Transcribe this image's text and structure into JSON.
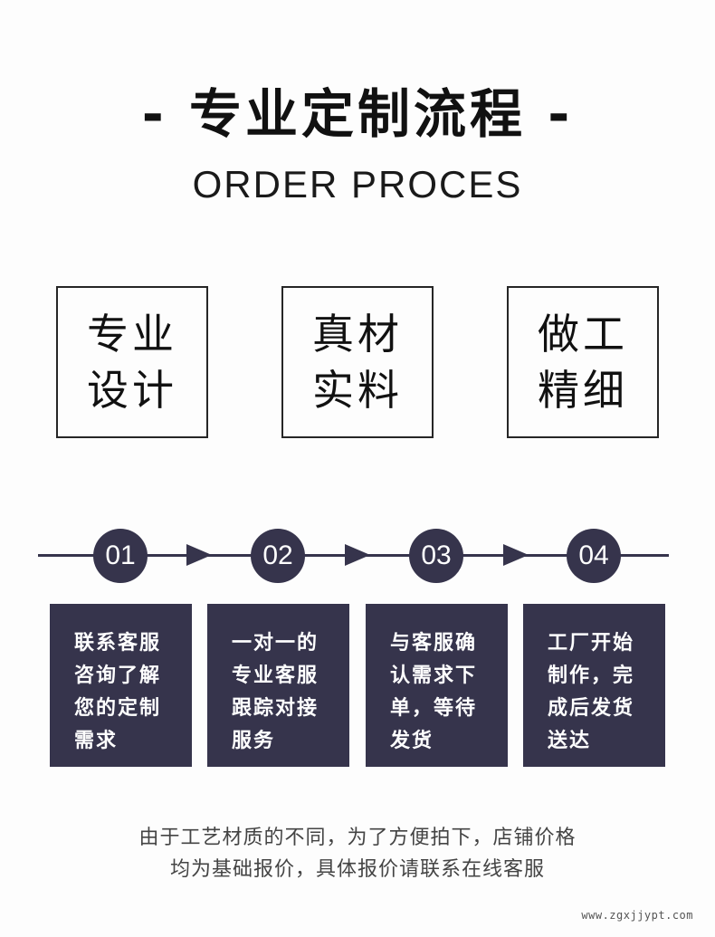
{
  "header": {
    "title": "- 专业定制流程 -",
    "subtitle": "ORDER PROCES"
  },
  "features": [
    {
      "line1": "专业",
      "line2": "设计"
    },
    {
      "line1": "真材",
      "line2": "实料"
    },
    {
      "line1": "做工",
      "line2": "精细"
    }
  ],
  "timeline": {
    "steps": [
      "01",
      "02",
      "03",
      "04"
    ],
    "arrow_icon": "right-triangle-arrow",
    "color": "#36344c"
  },
  "cards": [
    {
      "lines": [
        "联系客服",
        "咨询了解",
        "您的定制",
        "需求"
      ]
    },
    {
      "lines": [
        "一对一的",
        "专业客服",
        "跟踪对接",
        "服务"
      ]
    },
    {
      "lines": [
        "与客服确",
        "认需求下",
        "单，等待",
        "发货"
      ]
    },
    {
      "lines": [
        "工厂开始",
        "制作，完",
        "成后发货",
        "送达"
      ]
    }
  ],
  "footer": {
    "line1": "由于工艺材质的不同，为了方便拍下，店铺价格",
    "line2": "均为基础报价，具体报价请联系在线客服"
  },
  "watermark": "www.zgxjjypt.com"
}
